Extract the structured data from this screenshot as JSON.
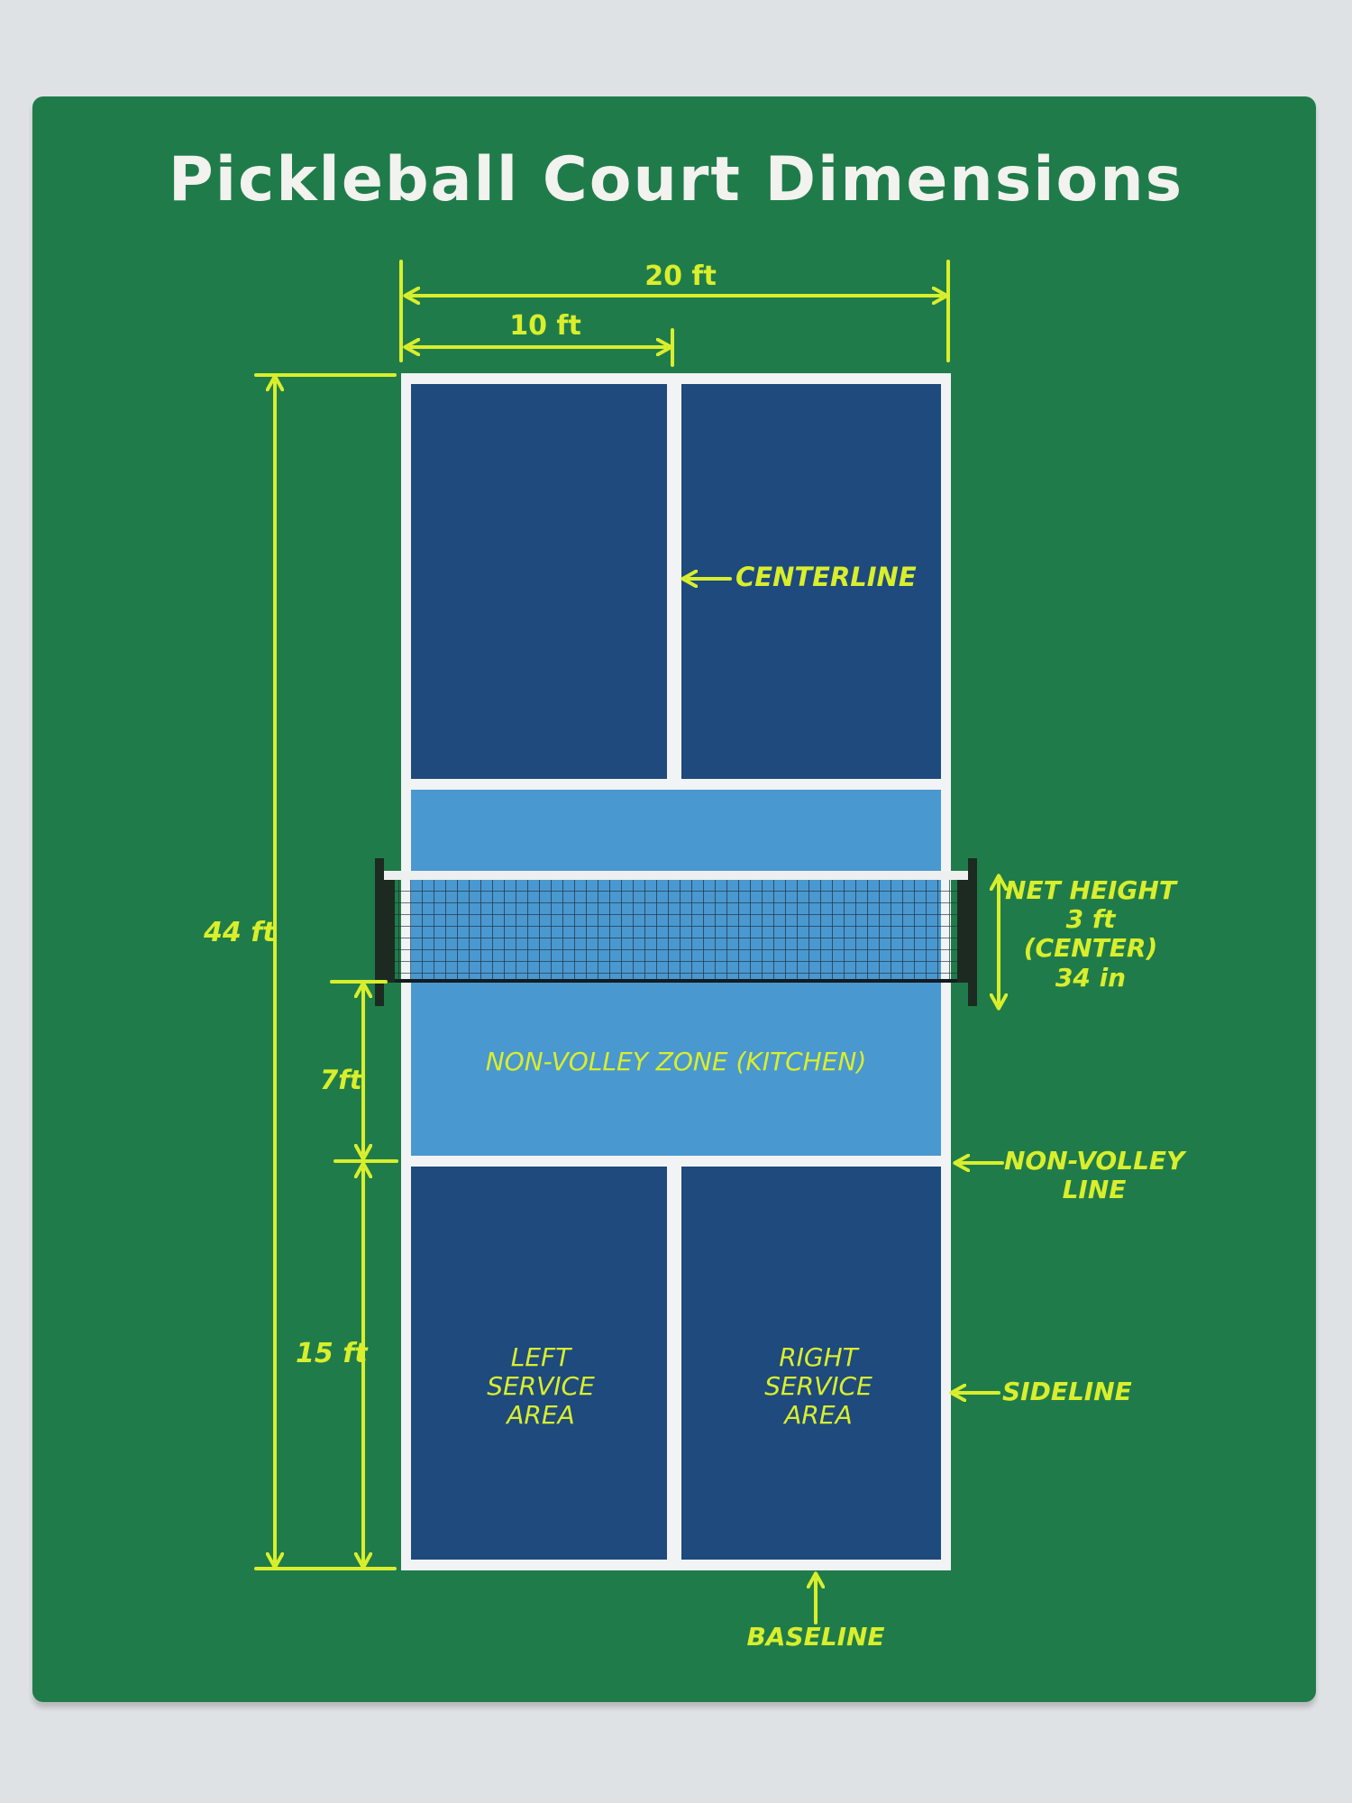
{
  "title": "Pickleball Court Dimensions",
  "colors": {
    "background": "#dfe2e5",
    "board_green": "#1f7c4a",
    "court_dark_blue": "#1e4a7d",
    "kitchen_light_blue": "#4a98d0",
    "line_white": "#f1f3f4",
    "annotation_yellow": "#d9ee2c",
    "net_post": "#1c2a22"
  },
  "dimensions": {
    "width_total": "20 ft",
    "width_half": "10 ft",
    "length_total": "44 ft",
    "kitchen_depth": "7ft",
    "service_depth": "15 ft"
  },
  "labels": {
    "centerline": "CENTERLINE",
    "kitchen": "NON-VOLLEY ZONE (KITCHEN)",
    "net_height": [
      "NET HEIGHT",
      "3 ft",
      "(CENTER)",
      "34 in"
    ],
    "non_volley_line": [
      "NON-VOLLEY",
      "LINE"
    ],
    "left_service_area": [
      "LEFT",
      "SERVICE",
      "AREA"
    ],
    "right_service_area": [
      "RIGHT",
      "SERVICE",
      "AREA"
    ],
    "sideline": "SIDELINE",
    "baseline": "BASELINE"
  }
}
